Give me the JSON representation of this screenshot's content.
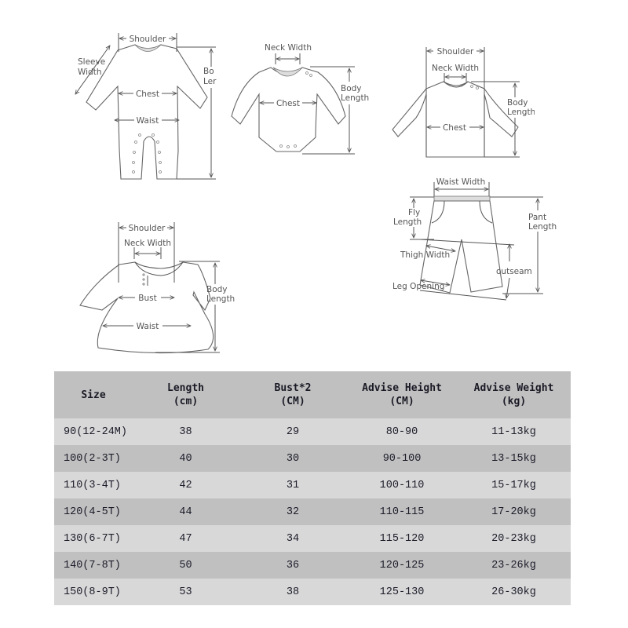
{
  "diagrams": {
    "romper": {
      "shoulder": "Shoulder",
      "sleeve_width_1": "Sleeve",
      "sleeve_width_2": "Width",
      "chest": "Chest",
      "waist": "Waist",
      "body_length_1": "Bo",
      "body_length_2": "Ler"
    },
    "bodysuit": {
      "neck_width": "Neck Width",
      "chest": "Chest",
      "body_length_1": "Body",
      "body_length_2": "Length"
    },
    "top": {
      "shoulder": "Shoulder",
      "neck_width": "Neck Width",
      "chest": "Chest",
      "body_length_1": "Body",
      "body_length_2": "Length"
    },
    "dress": {
      "shoulder": "Shoulder",
      "neck_width": "Neck Width",
      "bust": "Bust",
      "waist": "Waist",
      "body_length_1": "Body",
      "body_length_2": "Length"
    },
    "pants": {
      "waist_width": "Waist Width",
      "fly_length_1": "Fly",
      "fly_length_2": "Length",
      "pant_length_1": "Pant",
      "pant_length_2": "Length",
      "thigh_width": "Thigh Width",
      "outseam": "outseam",
      "leg_opening": "Leg Opening"
    }
  },
  "size_table": {
    "headers": [
      {
        "line1": "Size",
        "line2": ""
      },
      {
        "line1": "Length",
        "line2": "(cm)"
      },
      {
        "line1": "Bust*2",
        "line2": "(CM)"
      },
      {
        "line1": "Advise Height",
        "line2": "(CM)"
      },
      {
        "line1": "Advise Weight",
        "line2": "(kg)"
      }
    ],
    "rows": [
      {
        "size": "90(12-24M)",
        "length": "38",
        "bust": "29",
        "height": "80-90",
        "weight": "11-13kg"
      },
      {
        "size": "100(2-3T)",
        "length": "40",
        "bust": "30",
        "height": "90-100",
        "weight": "13-15kg"
      },
      {
        "size": "110(3-4T)",
        "length": "42",
        "bust": "31",
        "height": "100-110",
        "weight": "15-17kg"
      },
      {
        "size": "120(4-5T)",
        "length": "44",
        "bust": "32",
        "height": "110-115",
        "weight": "17-20kg"
      },
      {
        "size": "130(6-7T)",
        "length": "47",
        "bust": "34",
        "height": "115-120",
        "weight": "20-23kg"
      },
      {
        "size": "140(7-8T)",
        "length": "50",
        "bust": "36",
        "height": "120-125",
        "weight": "23-26kg"
      },
      {
        "size": "150(8-9T)",
        "length": "53",
        "bust": "38",
        "height": "125-130",
        "weight": "26-30kg"
      }
    ]
  },
  "colors": {
    "header_bg": "#c0c0c0",
    "row_light": "#d8d8d8",
    "row_dark": "#c0c0c0",
    "text": "#1a1a26",
    "line": "#555555"
  }
}
